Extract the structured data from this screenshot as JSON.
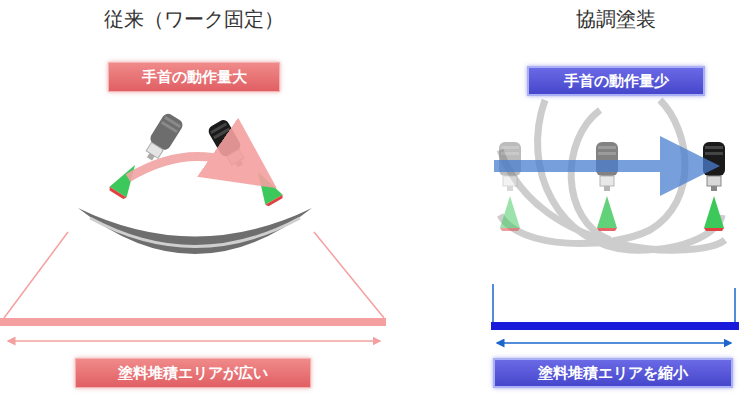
{
  "diagram": {
    "nodes": [
      {
        "text": [
          "手首の動作量大"
        ]
      },
      {
        "text": [
          "手首の動作量少"
        ]
      },
      {
        "text": [
          "塗料堆積エリアが広い"
        ]
      },
      {
        "text": [
          "塗料堆積エリアを縮小"
        ]
      }
    ],
    "labels": [
      "従来（ワーク固定）",
      "協調塗装"
    ]
  }
}
